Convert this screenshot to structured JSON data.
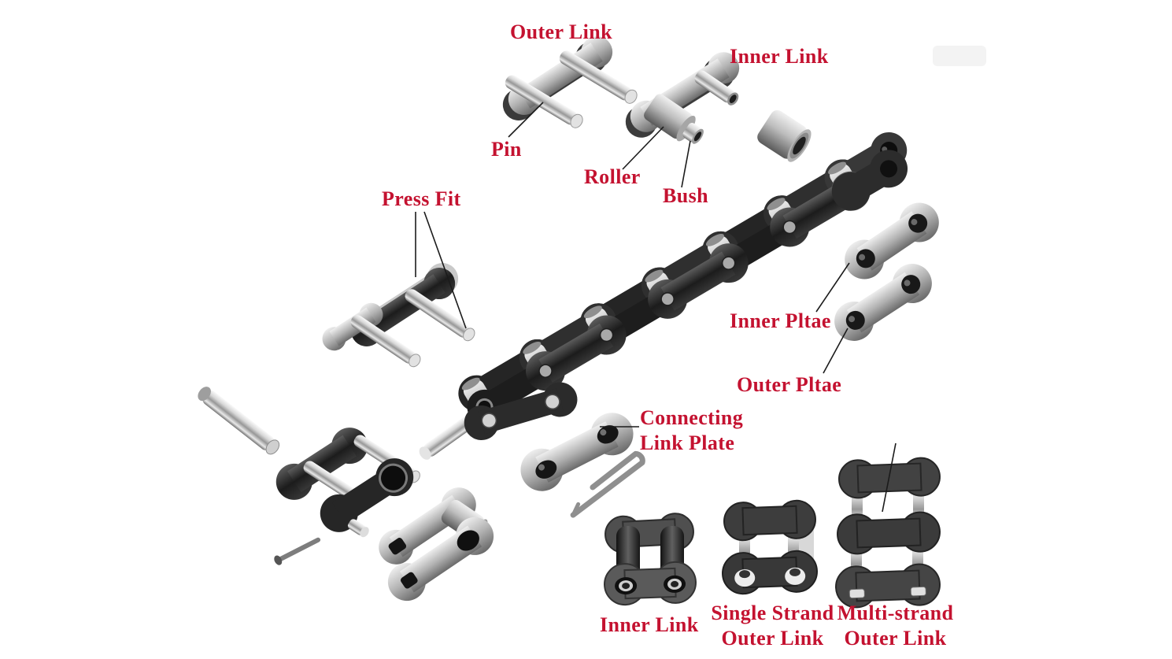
{
  "diagram": {
    "background_color": "#ffffff",
    "label_color": "#c41230",
    "labels": {
      "outer_link_top": "Outer Link",
      "inner_link_top": "Inner Link",
      "pin": "Pin",
      "roller": "Roller",
      "bush": "Bush",
      "press_fit": "Press Fit",
      "inner_plate": "Inner Pltae",
      "outer_plate": "Outer Pltae",
      "connecting_link_plate_line1": "Connecting",
      "connecting_link_plate_line2": "Link Plate",
      "inner_link_bottom": "Inner Link",
      "single_strand_line1": "Single Strand",
      "single_strand_line2": "Outer Link",
      "multi_strand_line1": "Multi-strand",
      "multi_strand_line2": "Outer Link"
    }
  }
}
